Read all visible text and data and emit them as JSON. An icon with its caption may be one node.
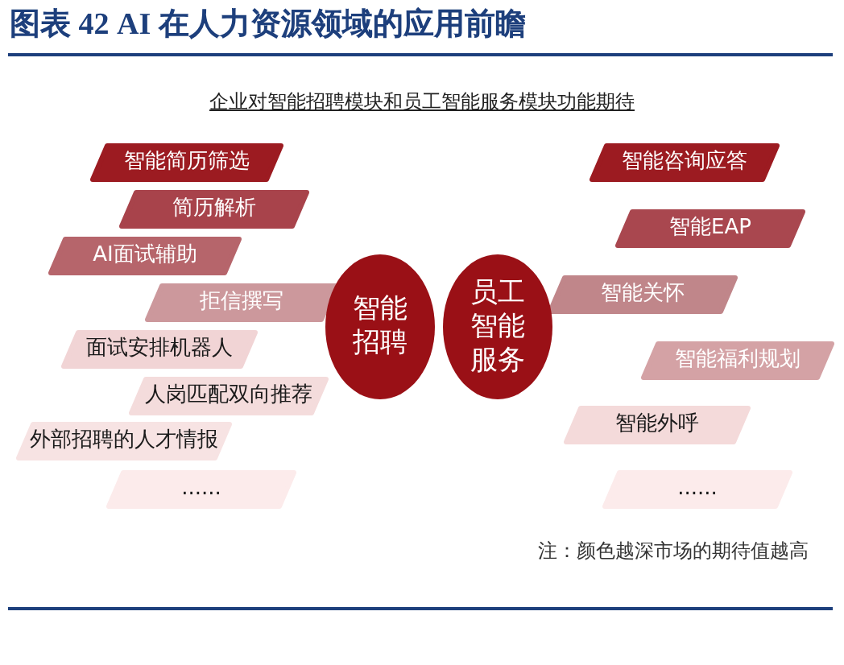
{
  "diagram": {
    "title": "图表 42 AI 在人力资源领域的应用前瞻",
    "nodes": [
      {
        "text": [
          "智能简历筛选"
        ]
      },
      {
        "text": [
          "简历解析"
        ]
      },
      {
        "text": [
          "AI面试辅助"
        ]
      },
      {
        "text": [
          "拒信撰写"
        ]
      },
      {
        "text": [
          "面试安排机器人"
        ]
      },
      {
        "text": [
          "人岗匹配双向推荐"
        ]
      },
      {
        "text": [
          "外部招聘的人才情报"
        ]
      },
      {
        "text": [
          "......"
        ]
      },
      {
        "text": [
          "智能招聘"
        ]
      },
      {
        "text": [
          "员工智能服务"
        ]
      },
      {
        "text": [
          "智能咨询应答"
        ]
      },
      {
        "text": [
          "智能EAP"
        ]
      },
      {
        "text": [
          "智能关怀"
        ]
      },
      {
        "text": [
          "智能福利规划"
        ]
      },
      {
        "text": [
          "智能外呼"
        ]
      },
      {
        "text": [
          "......"
        ]
      }
    ],
    "labels": [
      "企业对智能招聘模块和员工智能服务模块功能期待",
      "注：颜色越深市场的期待值越高"
    ]
  }
}
